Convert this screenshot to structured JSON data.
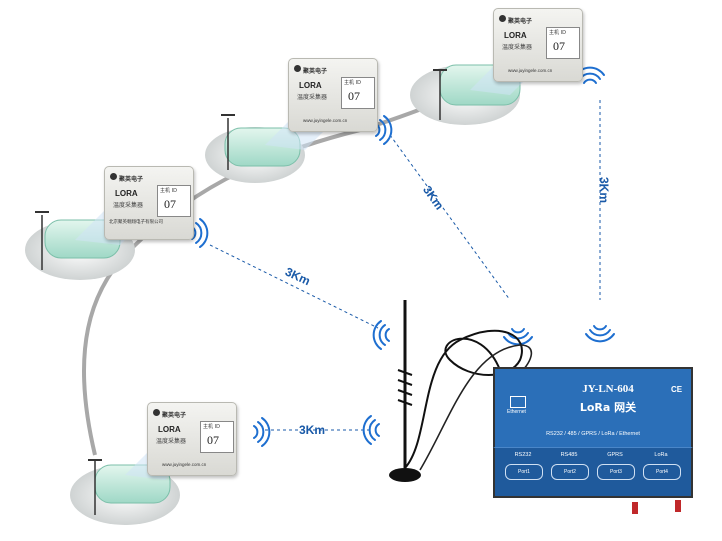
{
  "sensor": {
    "brand": "聚英电子",
    "title": "LORA",
    "subtitle": "温度采集器",
    "addr_label": "主机 ID",
    "addr_value": "07",
    "company": "北京聚英翱翔电子有限公司",
    "website": "www.juyingele.com.cn"
  },
  "distance_labels": [
    "3Km",
    "3Km",
    "3Km",
    "3Km"
  ],
  "gateway": {
    "model": "JY-LN-604",
    "name": "LoRa 网关",
    "ce": "CE",
    "ethernet": "Ethernet",
    "protocols": "RS232 / 485 / GPRS / LoRa / Ethernet",
    "ports": [
      {
        "label": "RS232",
        "port": "Port1"
      },
      {
        "label": "RS485",
        "port": "Port2"
      },
      {
        "label": "GPRS",
        "port": "Port3"
      },
      {
        "label": "LoRa",
        "port": "Port4"
      }
    ]
  },
  "colors": {
    "gateway_blue": "#2b6fb8",
    "link_blue": "#1a5aa8",
    "wave_blue": "#1e6fd0"
  }
}
